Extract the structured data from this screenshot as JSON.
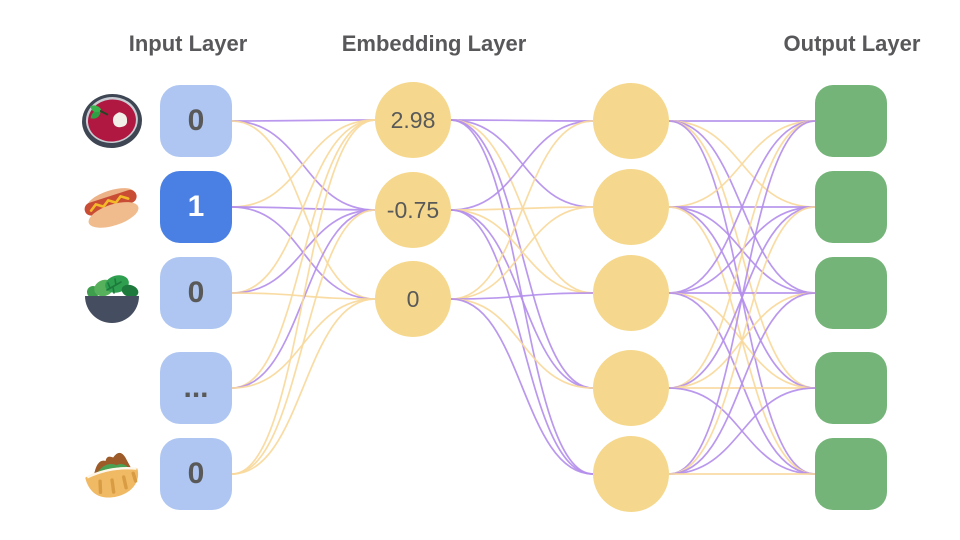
{
  "titles": {
    "input": "Input Layer",
    "embedding": "Embedding Layer",
    "output": "Output Layer"
  },
  "input_layer": {
    "items": [
      {
        "icon": "soup-bowl-icon",
        "value": "0",
        "active": false
      },
      {
        "icon": "hot-dog-icon",
        "value": "1",
        "active": true
      },
      {
        "icon": "salad-icon",
        "value": "0",
        "active": false
      },
      {
        "icon": "",
        "value": "...",
        "active": false
      },
      {
        "icon": "pita-icon",
        "value": "0",
        "active": false
      }
    ]
  },
  "embedding_layer": {
    "values": [
      "2.98",
      "-0.75",
      "0"
    ]
  },
  "hidden_layer": {
    "nodes": 5
  },
  "output_layer": {
    "nodes": 5
  },
  "colors": {
    "purple": "#b48fec",
    "yellow": "#f8d99c",
    "input_fill": "#aec6f1",
    "input_active_fill": "#4a80e4",
    "node_fill": "#f5d88d",
    "output_fill": "#75b478",
    "text_dark": "#595959",
    "text_active": "#ffffff"
  },
  "edges": {
    "input_to_embedding": [
      [
        "P",
        "P",
        "Y"
      ],
      [
        "Y",
        "P",
        "P"
      ],
      [
        "Y",
        "P",
        "Y"
      ],
      [
        "Y",
        "P",
        "Y"
      ],
      [
        "Y",
        "Y",
        "Y"
      ]
    ],
    "embedding_to_hidden": [
      [
        "P",
        "P",
        "Y",
        "P",
        "P"
      ],
      [
        "P",
        "Y",
        "Y",
        "P",
        "P"
      ],
      [
        "Y",
        "Y",
        "P",
        "Y",
        "P"
      ]
    ],
    "hidden_to_output": [
      [
        "P",
        "Y",
        "P",
        "Y",
        "P"
      ],
      [
        "Y",
        "P",
        "P",
        "P",
        "Y"
      ],
      [
        "P",
        "P",
        "P",
        "Y",
        "P"
      ],
      [
        "Y",
        "P",
        "Y",
        "Y",
        "P"
      ],
      [
        "P",
        "Y",
        "P",
        "P",
        "Y"
      ]
    ]
  }
}
